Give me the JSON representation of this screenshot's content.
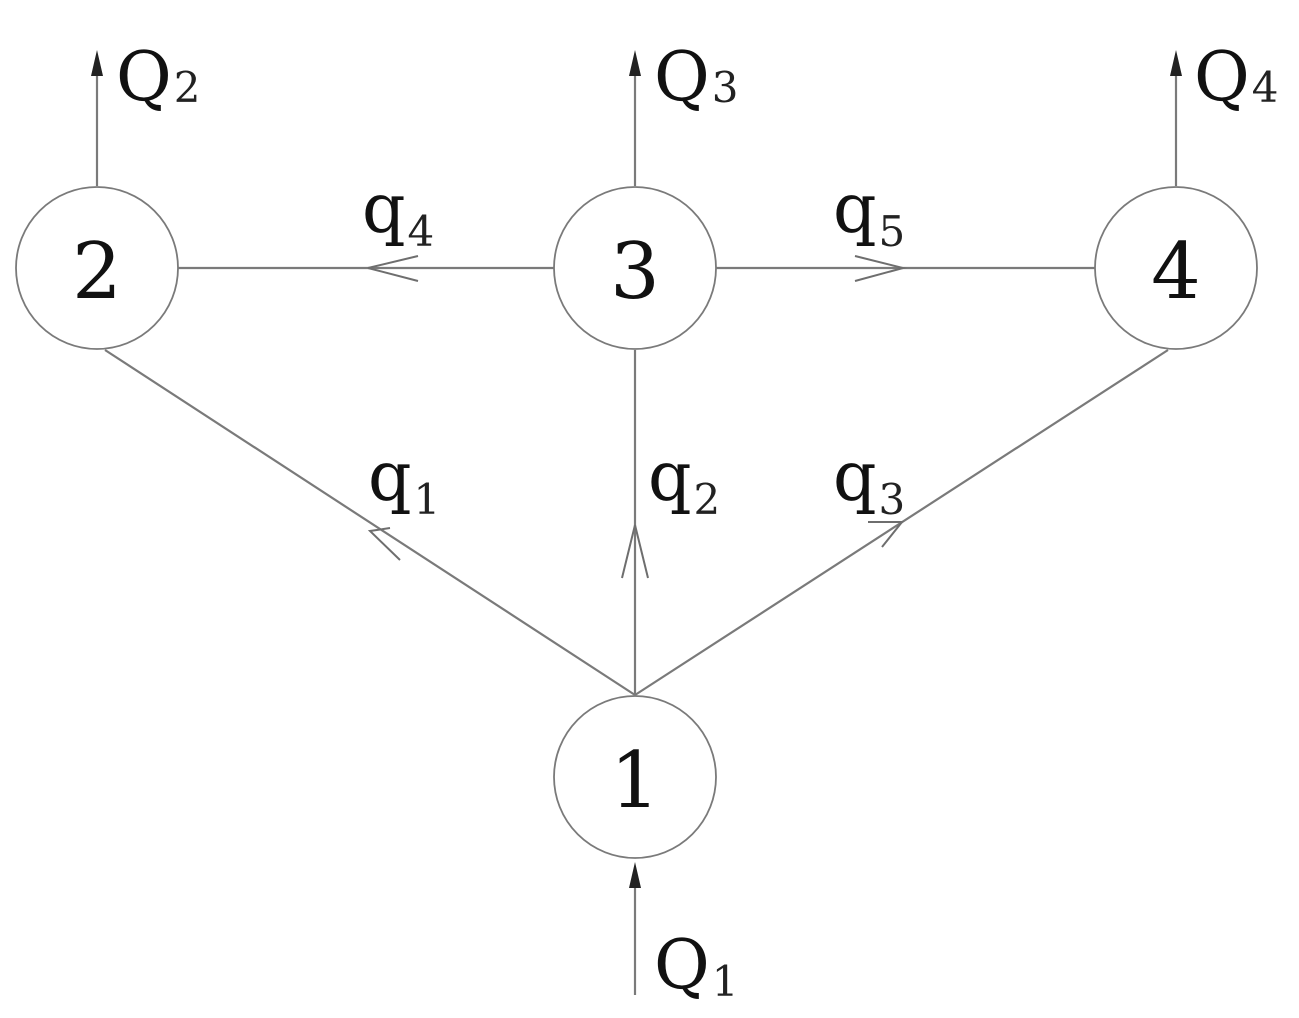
{
  "nodes": [
    {
      "id": "1",
      "label": "1"
    },
    {
      "id": "2",
      "label": "2"
    },
    {
      "id": "3",
      "label": "3"
    },
    {
      "id": "4",
      "label": "4"
    }
  ],
  "flows": [
    {
      "id": "q1",
      "symbol": "q",
      "subscript": "1",
      "from": "1",
      "to": "2"
    },
    {
      "id": "q2",
      "symbol": "q",
      "subscript": "2",
      "from": "1",
      "to": "3"
    },
    {
      "id": "q3",
      "symbol": "q",
      "subscript": "3",
      "from": "1",
      "to": "4"
    },
    {
      "id": "q4",
      "symbol": "q",
      "subscript": "4",
      "from": "3",
      "to": "2"
    },
    {
      "id": "q5",
      "symbol": "q",
      "subscript": "5",
      "from": "3",
      "to": "4"
    }
  ],
  "external_flows": [
    {
      "id": "Q1",
      "symbol": "Q",
      "subscript": "1",
      "node": "1",
      "direction": "inflow"
    },
    {
      "id": "Q2",
      "symbol": "Q",
      "subscript": "2",
      "node": "2",
      "direction": "outflow"
    },
    {
      "id": "Q3",
      "symbol": "Q",
      "subscript": "3",
      "node": "3",
      "direction": "outflow"
    },
    {
      "id": "Q4",
      "symbol": "Q",
      "subscript": "4",
      "node": "4",
      "direction": "outflow"
    }
  ]
}
